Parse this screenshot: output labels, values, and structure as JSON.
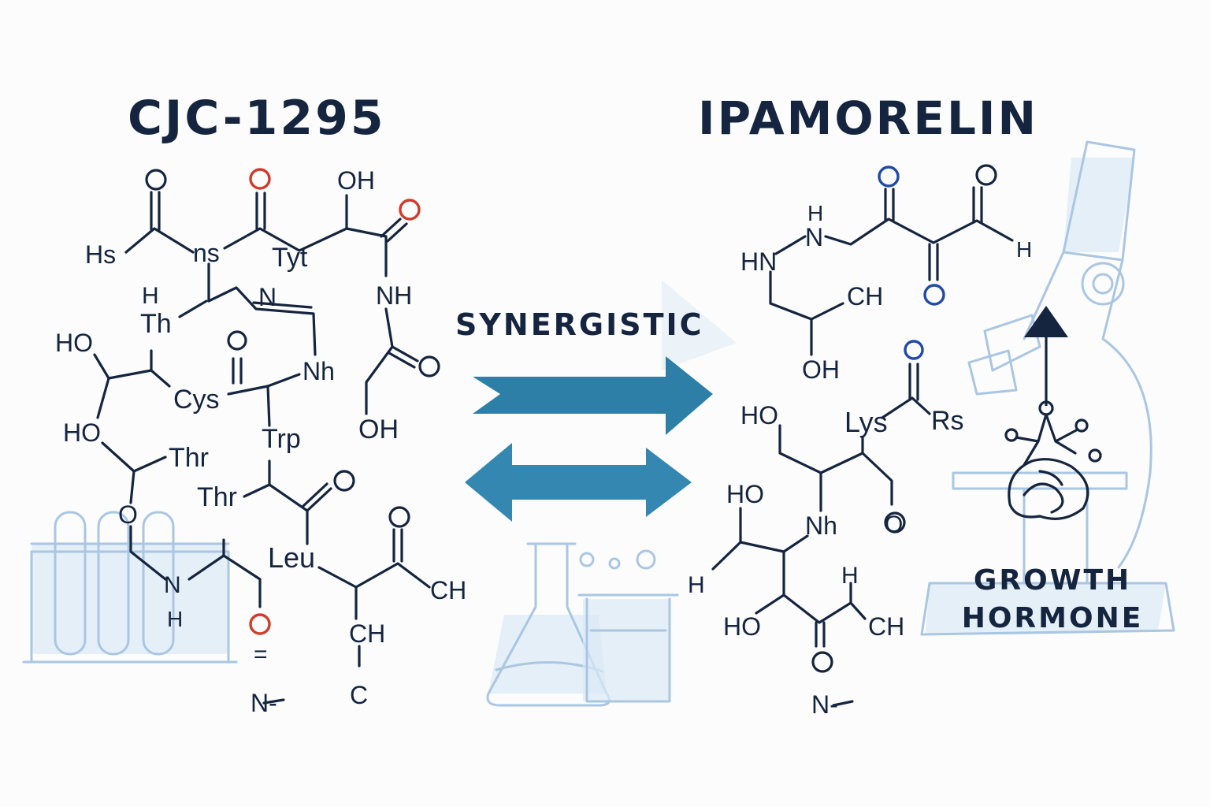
{
  "left": {
    "title": "CJC-1295",
    "labels": {
      "hs": "Hs",
      "ns": "ns",
      "tyt": "Tyt",
      "oh1": "OH",
      "nh1": "NH",
      "h1": "H",
      "th": "Th",
      "n1": "N",
      "ho1": "HO",
      "cys": "Cys",
      "nh2": "Nh",
      "oh2": "OH",
      "ho2": "HO",
      "thr1": "Thr",
      "trp": "Trp",
      "thr2": "Thr",
      "o1": "O",
      "leu": "Leu",
      "n2": "N",
      "h2": "H",
      "ch1": "CH",
      "ch2": "CH",
      "c1": "C",
      "o_eq": "O",
      "eqmark": "=",
      "nminus": "N-"
    }
  },
  "center": {
    "synergy_label": "SYNERGISTIC"
  },
  "right": {
    "title": "IPAMORELIN",
    "labels": {
      "h1": "H",
      "n1": "N",
      "hn": "HN",
      "h2": "H",
      "ch1": "CH",
      "oh1": "OH",
      "ho1": "HO",
      "lys": "Lys",
      "rs": "Rs",
      "ho2": "HO",
      "nh": "Nh",
      "o1": "O",
      "h3": "H",
      "h4": "H",
      "ho3": "HO",
      "o2": "O",
      "ch3": "CH",
      "nminus": "N-"
    },
    "hormone_line1": "GROWTH",
    "hormone_line2": "HORMONE"
  },
  "colors": {
    "ink": "#15253f",
    "oxygen_red": "#d33a2c",
    "oxygen_blue": "#2149a8",
    "arrow": "#2d7fa8",
    "sketch": "#a9c6e3"
  }
}
